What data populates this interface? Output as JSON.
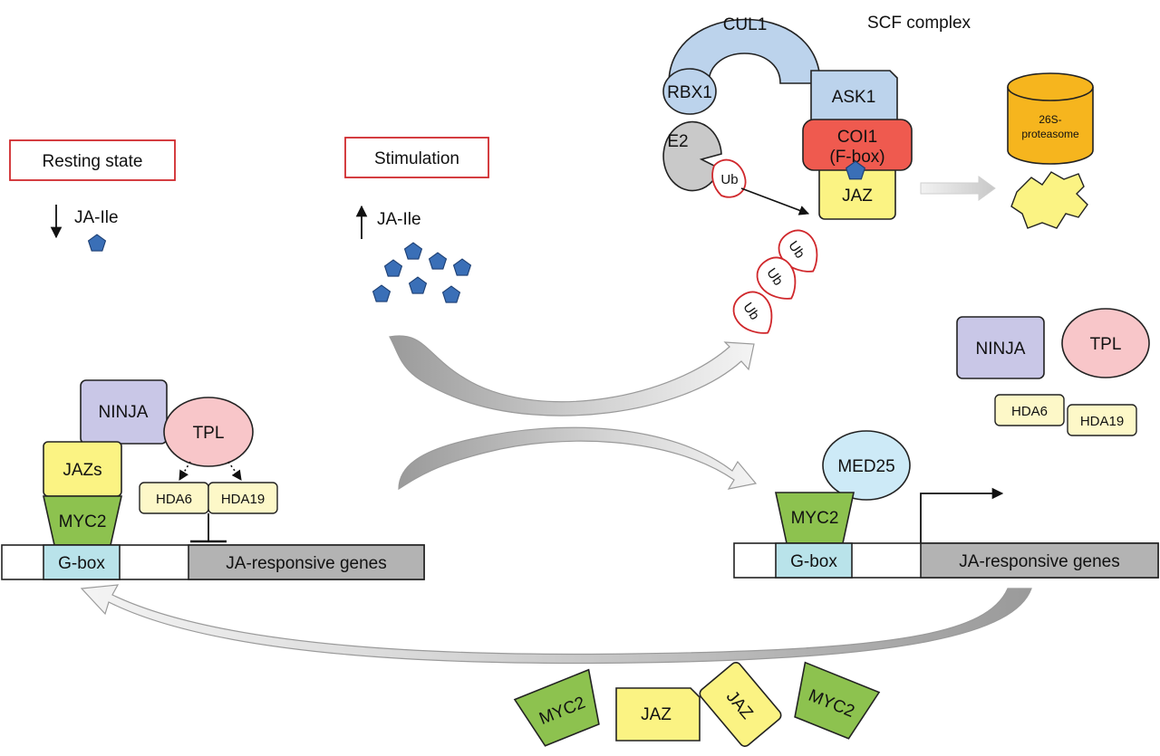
{
  "labels": {
    "resting_state": "Resting state",
    "stimulation": "Stimulation",
    "ja_ile": "JA-Ile",
    "scf_complex": "SCF complex",
    "cul1": "CUL1",
    "rbx1": "RBX1",
    "ask1": "ASK1",
    "e2": "E2",
    "coi1": "COI1",
    "fbox": "(F-box)",
    "jaz": "JAZ",
    "ub": "Ub",
    "proteasome_line1": "26S-",
    "proteasome_line2": "proteasome",
    "ninja": "NINJA",
    "tpl": "TPL",
    "hda6": "HDA6",
    "hda19": "HDA19",
    "jazs": "JAZs",
    "myc2": "MYC2",
    "gbox": "G-box",
    "ja_responsive_genes": "JA-responsive genes",
    "med25": "MED25"
  },
  "colors": {
    "red_box": "#d0282c",
    "pentagon": "#3a6fb7",
    "cul1_blue": "#bcd3ec",
    "e2_grey": "#c9c9c9",
    "coi1_red": "#ef5a4f",
    "jaz_yellow": "#fbf383",
    "proteasome_orange": "#f6b51e",
    "ninja_lavender": "#c9c7e7",
    "tpl_pink": "#f8c6c9",
    "hda_cream": "#fdf8c8",
    "myc2_green": "#8dc24f",
    "gbox_cyan": "#b9e3ea",
    "genes_grey": "#b3b3b3",
    "med25_cyan": "#cdeaf7",
    "arrow_grey": "#b3b3b3"
  }
}
